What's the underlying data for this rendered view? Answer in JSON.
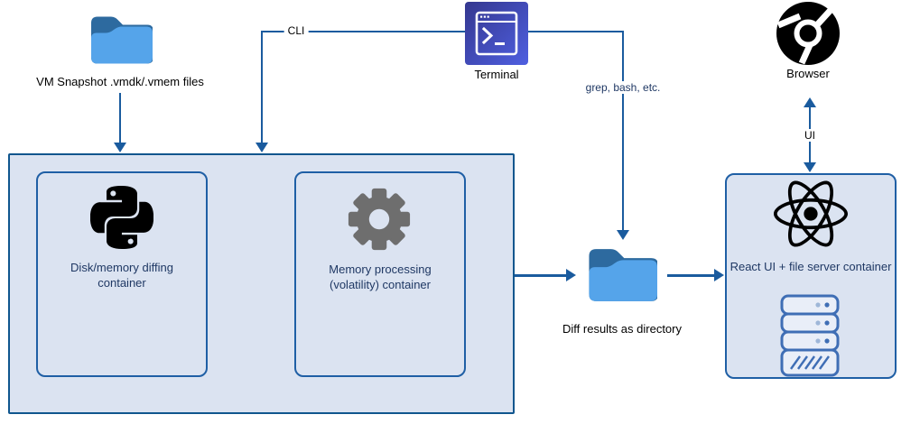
{
  "colors": {
    "accent": "#1a5b9e",
    "box-border": "#10568e",
    "inner-border": "#1f5fa5",
    "box-fill": "#dbe3f1",
    "folder-dark": "#2d6a9f",
    "folder-light": "#55a4ea",
    "gear": "#6e6e6e",
    "navy-text": "#1f3864",
    "icon-black": "#000000",
    "term-grad-start": "#34378f",
    "term-grad-end": "#4f5fe0",
    "server-stroke": "#3f6eb5",
    "server-fill": "#e9eef8",
    "server-dot-light": "#9fb7d8"
  },
  "nodes": {
    "vm_snapshot": {
      "label": "VM Snapshot .vmdk/.vmem files",
      "icon": "folder-icon"
    },
    "terminal": {
      "label": "Terminal",
      "icon": "terminal-icon"
    },
    "browser": {
      "label": "Browser",
      "icon": "chromium-browser-icon"
    },
    "disk_diff": {
      "label": "Disk/memory diffing container",
      "icon": "python-icon"
    },
    "memory_processing": {
      "label": "Memory processing (volatility) container",
      "icon": "gear-icon"
    },
    "diff_results": {
      "label": "Diff results as directory",
      "icon": "folder-icon"
    },
    "react_ui": {
      "label": "React UI + file server container",
      "icons": [
        "react-icon",
        "server-stack-icon"
      ]
    }
  },
  "edges": {
    "snapshot_to_box": {
      "label": "",
      "direction": "down"
    },
    "cli": {
      "label": "CLI",
      "direction": "terminal-to-box"
    },
    "grep": {
      "label": "grep, bash, etc.",
      "direction": "terminal-to-diff-results"
    },
    "box_to_results": {
      "label": "",
      "direction": "right"
    },
    "results_to_react": {
      "label": "",
      "direction": "right"
    },
    "ui": {
      "label": "UI",
      "direction": "both"
    }
  }
}
